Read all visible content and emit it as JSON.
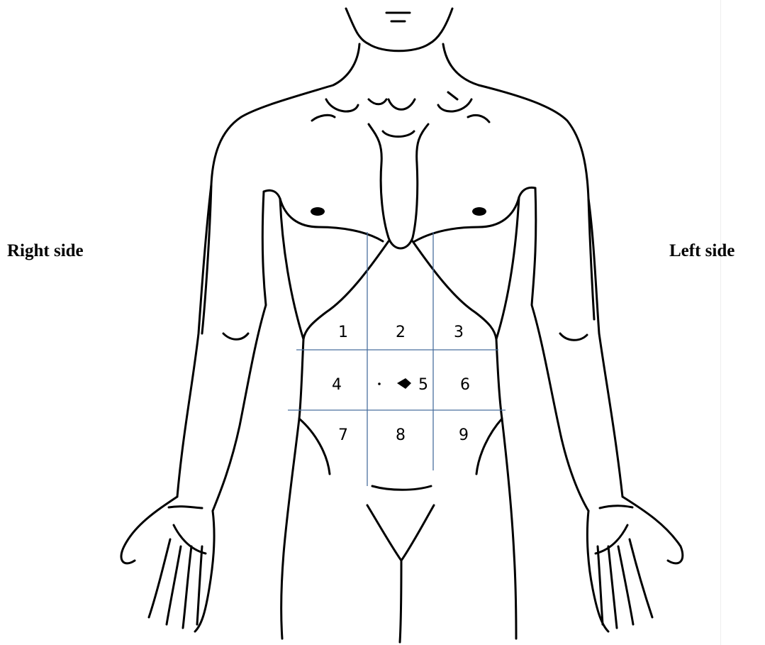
{
  "labels": {
    "right_side": "Right side",
    "left_side": "Left side"
  },
  "regions": [
    {
      "id": 1,
      "label": "1"
    },
    {
      "id": 2,
      "label": "2"
    },
    {
      "id": 3,
      "label": "3"
    },
    {
      "id": 4,
      "label": "4"
    },
    {
      "id": 5,
      "label": "5"
    },
    {
      "id": 6,
      "label": "6"
    },
    {
      "id": 7,
      "label": "7"
    },
    {
      "id": 8,
      "label": "8"
    },
    {
      "id": 9,
      "label": "9"
    }
  ],
  "colors": {
    "outline": "#000000",
    "grid": "#4a6f9e",
    "background": "#ffffff"
  }
}
